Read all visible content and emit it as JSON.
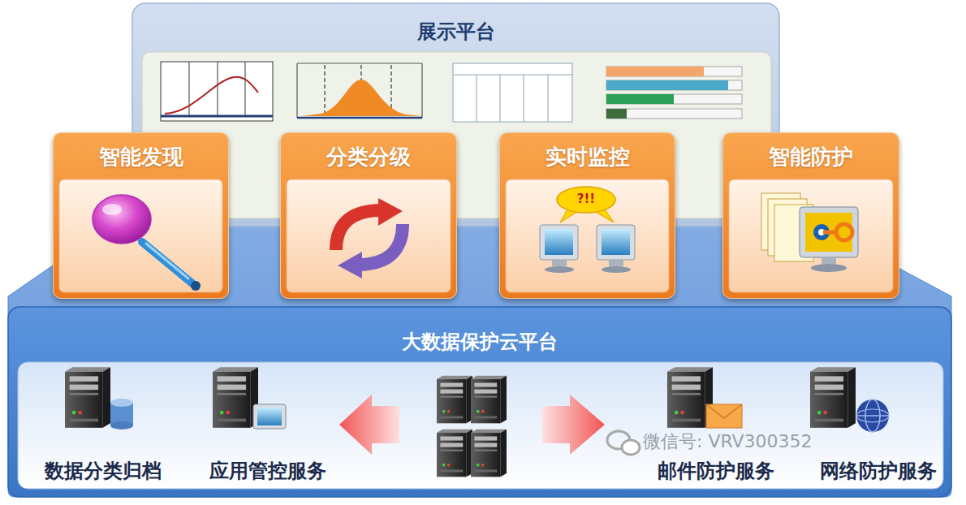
{
  "diagram": {
    "nodes": [
      {
        "text": [
          "展示平台"
        ]
      },
      {
        "text": [
          "智能发现"
        ]
      },
      {
        "text": [
          "分类分级"
        ]
      },
      {
        "text": [
          "实时监控"
        ]
      },
      {
        "text": [
          "智能防护"
        ]
      },
      {
        "text": [
          "大数据保护云平台"
        ]
      }
    ],
    "labels": [
      "?!!",
      "数据分类归档",
      "应用管控服务",
      "邮件防护服务",
      "网络防护服务",
      "微信号: VRV300352"
    ]
  }
}
